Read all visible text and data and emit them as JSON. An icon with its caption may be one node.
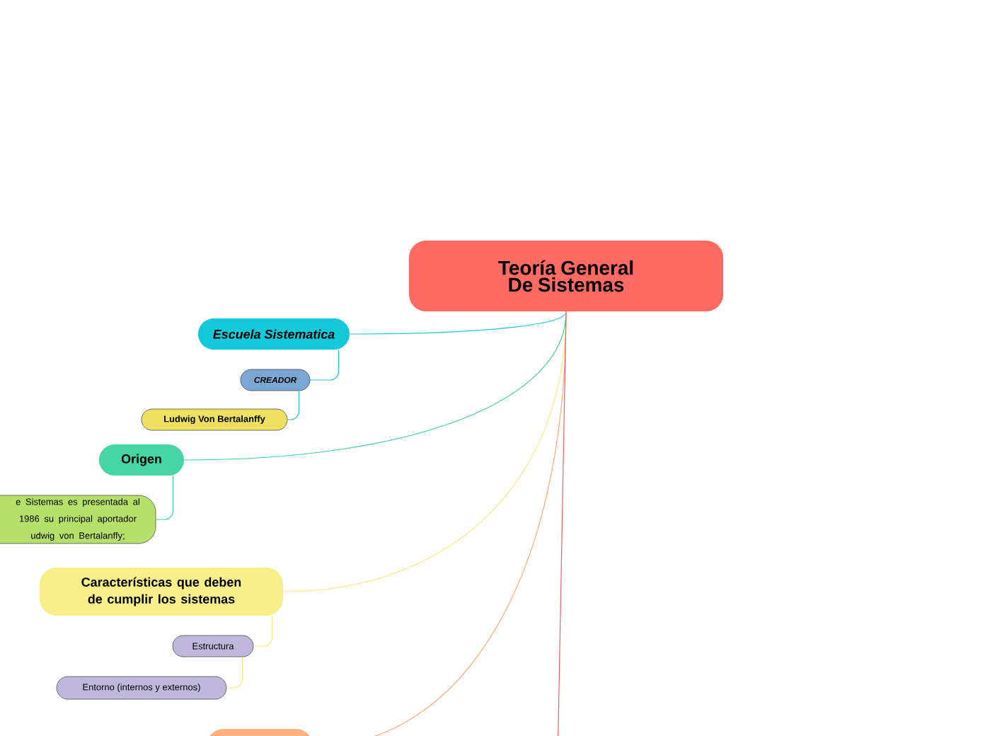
{
  "diagram": {
    "nodes": [
      {
        "text": [
          "Teoría General De Sistemas"
        ]
      },
      {
        "text": [
          "Escuela Sistematica"
        ]
      },
      {
        "text": [
          "CREADOR"
        ]
      },
      {
        "text": [
          "Ludwig Von Bertalanffy"
        ]
      },
      {
        "text": [
          "Origen"
        ]
      },
      {
        "text": [
          "e Sistemas es presentada al 1986 su principal aportador udwig von Bertalanffy;"
        ]
      },
      {
        "text": [
          "Características que deben de cumplir los sistemas"
        ]
      },
      {
        "text": [
          "Estructura"
        ]
      },
      {
        "text": [
          "Entorno (internos y externos)"
        ]
      },
      {
        "text": [],
        "shape": "box"
      }
    ],
    "edges": [
      {
        "from": 0,
        "to": 1,
        "arrow": "none",
        "color": "#1fc6d6"
      },
      {
        "from": 1,
        "to": 2,
        "arrow": "none",
        "color": "#1fc6d6"
      },
      {
        "from": 2,
        "to": 3,
        "arrow": "none",
        "color": "#1fc6d6"
      },
      {
        "from": 0,
        "to": 4,
        "arrow": "none",
        "color": "#3ed2a0"
      },
      {
        "from": 4,
        "to": 5,
        "arrow": "none",
        "color": "#3ed2a0"
      },
      {
        "from": 0,
        "to": 6,
        "arrow": "none",
        "color": "#f4ec80"
      },
      {
        "from": 6,
        "to": 7,
        "arrow": "none",
        "color": "#f4ec80"
      },
      {
        "from": 7,
        "to": 8,
        "arrow": "none",
        "color": "#f4ec80"
      },
      {
        "from": 0,
        "to": 9,
        "arrow": "none",
        "color": "#ffaa78"
      },
      {
        "from": 0,
        "to": null,
        "arrow": "none",
        "color": "#f06060"
      }
    ]
  }
}
